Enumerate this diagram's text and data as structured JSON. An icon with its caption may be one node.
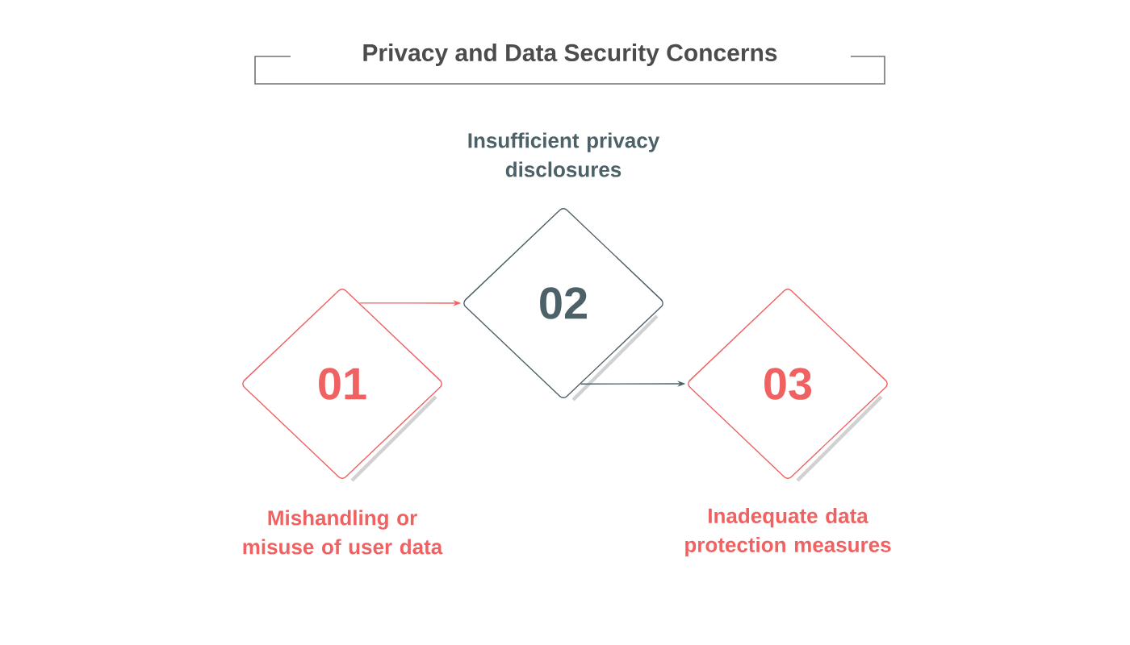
{
  "diagram": {
    "title": "Privacy and Data Security Concerns",
    "nodes": [
      {
        "text": [
          "01",
          "Mishandling or misuse of user data"
        ]
      },
      {
        "text": [
          "Insufficient privacy disclosures",
          "02"
        ]
      },
      {
        "text": [
          "03",
          "Inadequate data protection measures"
        ]
      }
    ],
    "edges": [
      {
        "from": 0,
        "to": 1,
        "arrow": "to",
        "color": "#f06262"
      },
      {
        "from": 1,
        "to": 2,
        "arrow": "to",
        "color": "#4d6169"
      }
    ]
  }
}
